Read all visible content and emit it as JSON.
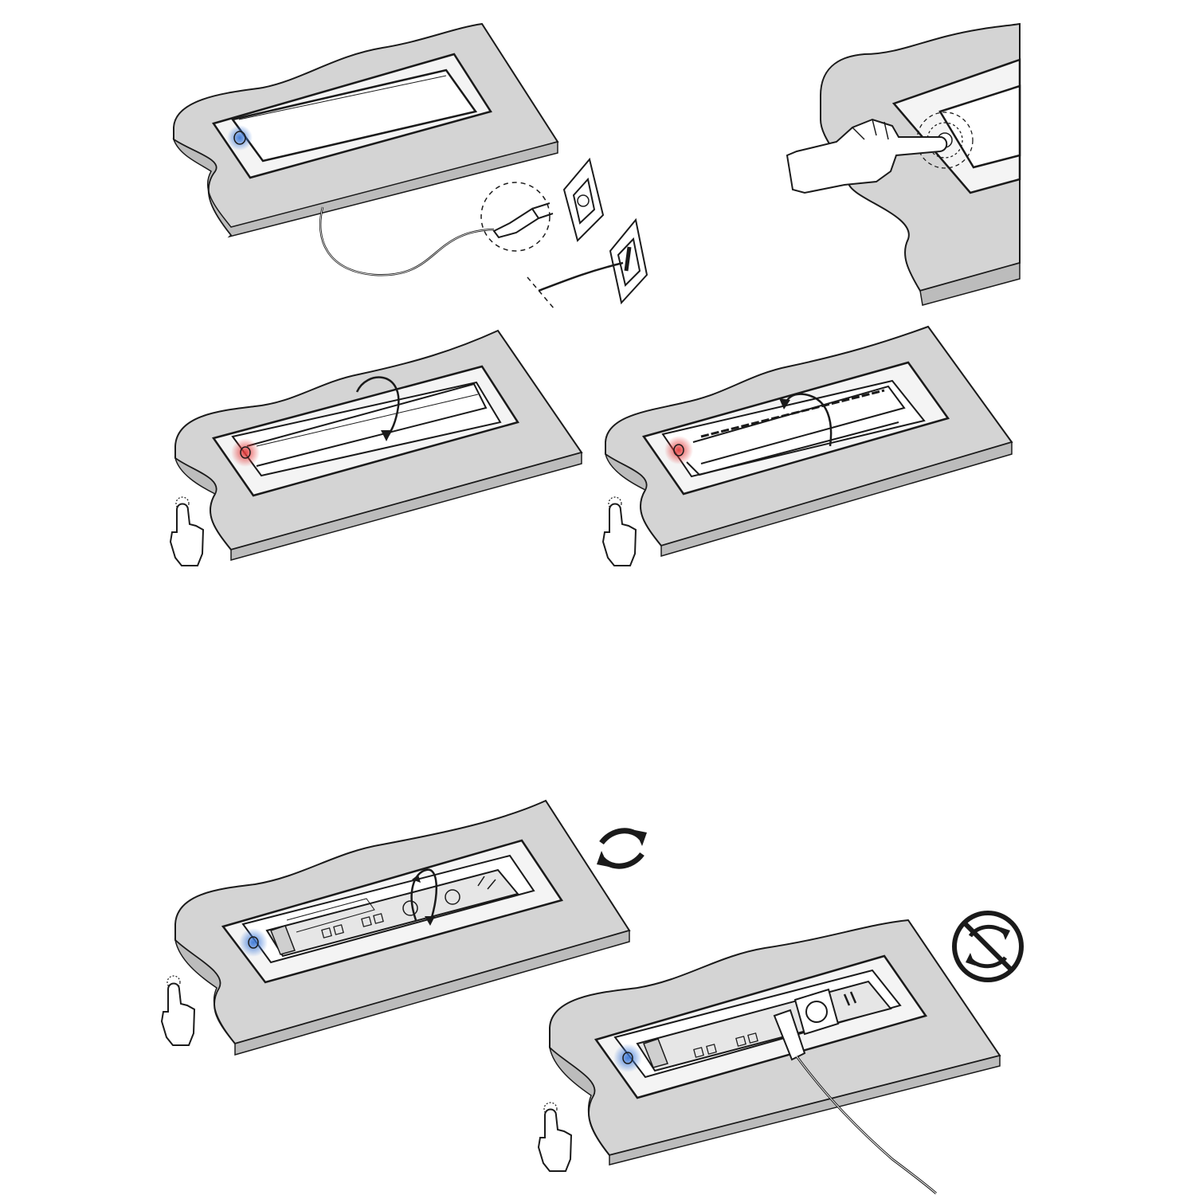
{
  "diagram": {
    "steps": [
      {
        "id": "plug-in",
        "led": "off"
      },
      {
        "id": "press-button",
        "led": "off"
      },
      {
        "id": "lid-opening",
        "led": "red"
      },
      {
        "id": "lid-open",
        "led": "red"
      },
      {
        "id": "rotate-unit",
        "led": "blue"
      },
      {
        "id": "unit-locked-in-use",
        "led": "blue"
      }
    ],
    "colors": {
      "desk": "#d4d4d4",
      "desk_edge": "#bcbcbc",
      "outline": "#1a1a1a",
      "frame": "#f4f4f4",
      "led_blue": "#3b78d8",
      "led_red": "#e23a3a",
      "background": "#ffffff"
    },
    "icons": [
      "plug-icon",
      "wall-socket-icon",
      "hand-press-icon",
      "tap-gesture-icon",
      "rotate-arrows-icon",
      "rotation-prohibited-icon",
      "curved-arrow-icon"
    ]
  }
}
